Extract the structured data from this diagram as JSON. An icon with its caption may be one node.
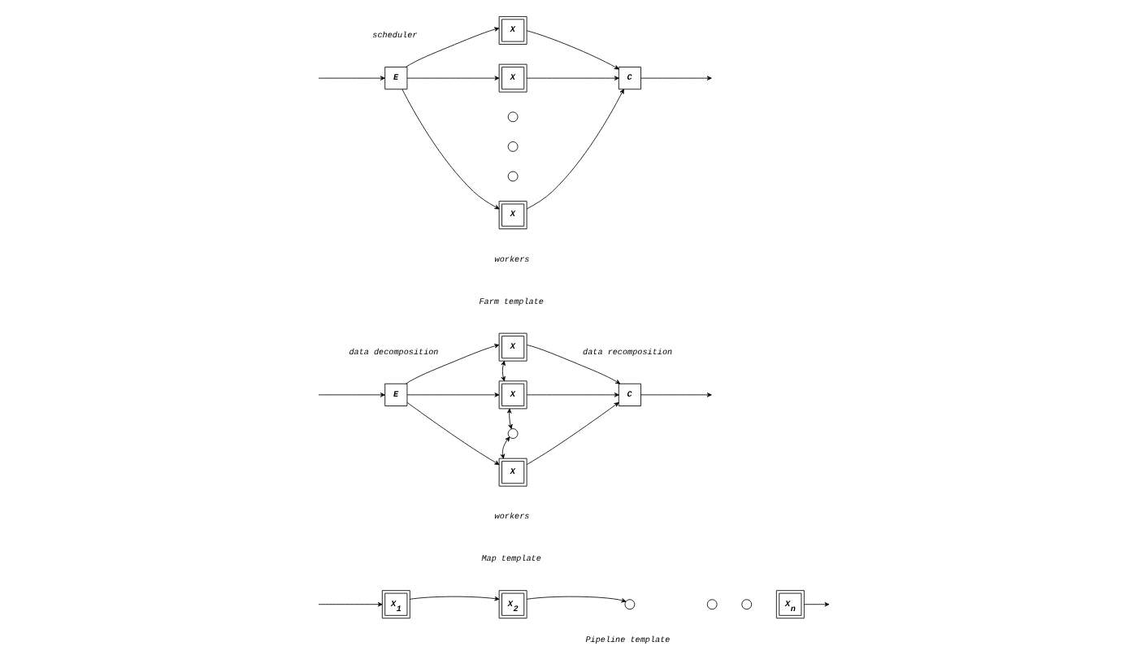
{
  "diagram": {
    "nodes": [
      {
        "text": [
          "E"
        ]
      },
      {
        "text": [
          "X"
        ]
      },
      {
        "text": [
          "X"
        ]
      },
      {
        "text": [],
        "shape": "circle"
      },
      {
        "text": [],
        "shape": "circle"
      },
      {
        "text": [],
        "shape": "circle"
      },
      {
        "text": [
          "X"
        ]
      },
      {
        "text": [
          "C"
        ]
      },
      {
        "text": [
          "E"
        ]
      },
      {
        "text": [
          "X"
        ]
      },
      {
        "text": [
          "X"
        ]
      },
      {
        "text": [],
        "shape": "circle"
      },
      {
        "text": [
          "X"
        ]
      },
      {
        "text": [
          "C"
        ]
      },
      {
        "text": [
          "X$_{1}$"
        ]
      },
      {
        "text": [
          "X$_{2}$"
        ]
      },
      {
        "text": [],
        "shape": "circle"
      },
      {
        "text": [],
        "shape": "circle"
      },
      {
        "text": [],
        "shape": "circle"
      },
      {
        "text": [
          "X$_{n}$"
        ]
      }
    ],
    "edges": [
      {
        "from": null,
        "to": 0,
        "arrow": "to"
      },
      {
        "from": 0,
        "to": 1,
        "arrow": "to"
      },
      {
        "from": 0,
        "to": 2,
        "arrow": "to"
      },
      {
        "from": 0,
        "to": 6,
        "arrow": "to"
      },
      {
        "from": 1,
        "to": 7,
        "arrow": "to"
      },
      {
        "from": 2,
        "to": 7,
        "arrow": "to"
      },
      {
        "from": 6,
        "to": 7,
        "arrow": "to"
      },
      {
        "from": 7,
        "to": null,
        "arrow": "to"
      },
      {
        "from": null,
        "to": 8,
        "arrow": "to"
      },
      {
        "from": 8,
        "to": 9,
        "arrow": "to"
      },
      {
        "from": 8,
        "to": 10,
        "arrow": "to"
      },
      {
        "from": 8,
        "to": 12,
        "arrow": "to"
      },
      {
        "from": 9,
        "to": 13,
        "arrow": "to"
      },
      {
        "from": 10,
        "to": 13,
        "arrow": "to"
      },
      {
        "from": 12,
        "to": 13,
        "arrow": "to"
      },
      {
        "from": 13,
        "to": null,
        "arrow": "to"
      },
      {
        "from": 9,
        "to": 10,
        "arrow": "both"
      },
      {
        "from": 10,
        "to": 11,
        "arrow": "both"
      },
      {
        "from": 11,
        "to": 12,
        "arrow": "both"
      },
      {
        "from": null,
        "to": 14,
        "arrow": "to"
      },
      {
        "from": 14,
        "to": 15,
        "arrow": "to"
      },
      {
        "from": 15,
        "to": 16,
        "arrow": "to"
      },
      {
        "from": 19,
        "to": null,
        "arrow": "to"
      }
    ],
    "labels": [
      "scheduler",
      "workers",
      "Farm template",
      "data decomposition",
      "data recomposition",
      "workers",
      "Map template",
      "Pipeline template"
    ]
  }
}
